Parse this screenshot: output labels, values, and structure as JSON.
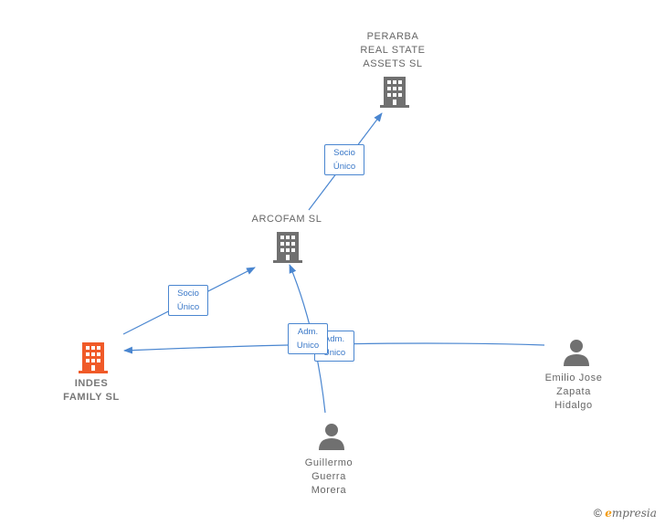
{
  "nodes": {
    "perarba": {
      "label": "PERARBA\nREAL STATE\nASSETS  SL"
    },
    "arcofam": {
      "label": "ARCOFAM  SL"
    },
    "indes": {
      "label": "INDES\nFAMILY  SL"
    },
    "emilio": {
      "label": "Emilio Jose\nZapata\nHidalgo"
    },
    "guillermo": {
      "label": "Guillermo\nGuerra\nMorera"
    }
  },
  "edge_labels": {
    "arcofam_perarba": "Socio\nÚnico",
    "indes_arcofam": "Socio\nÚnico",
    "emilio_indes": "Adm.\nUnico",
    "guillermo_arcofam": "Adm.\nUnico"
  },
  "colors": {
    "company": "#707070",
    "company_highlight": "#f05a28",
    "person": "#707070",
    "edge": "#4a86d0"
  },
  "footer": {
    "copyright": "©",
    "brand_first": "e",
    "brand_rest": "mpresia"
  }
}
